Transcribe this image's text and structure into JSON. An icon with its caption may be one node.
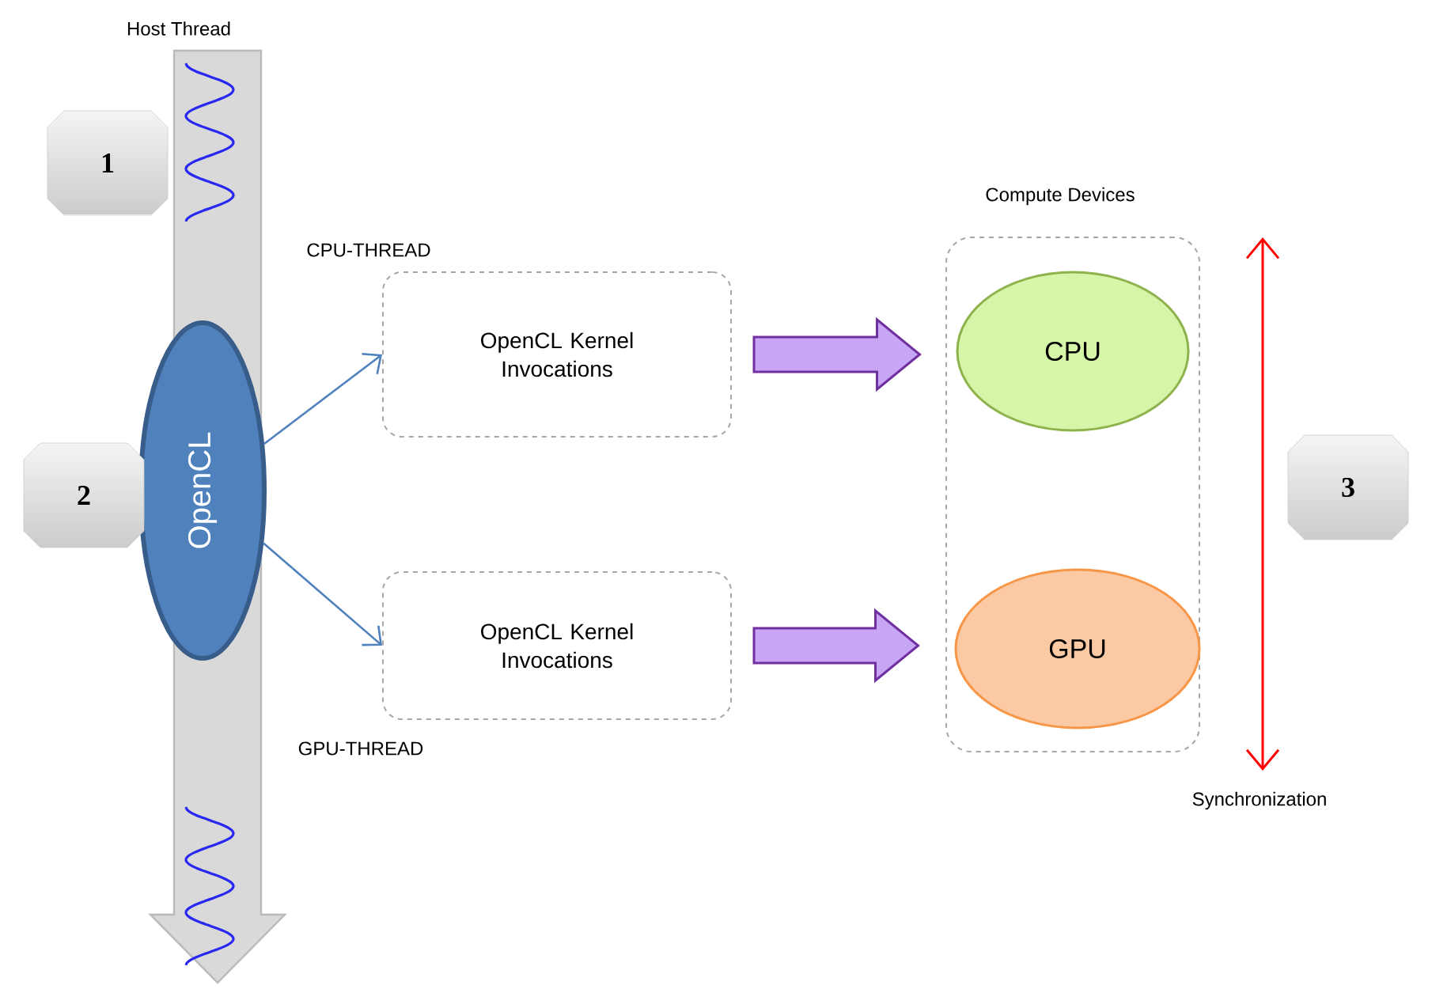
{
  "diagram": {
    "nodes": [
      {
        "text": [
          "Host Thread"
        ]
      },
      {
        "text": [
          "OpenCL"
        ]
      },
      {
        "text": [
          "1"
        ]
      },
      {
        "text": [
          "2"
        ]
      },
      {
        "text": [
          "3"
        ]
      },
      {
        "text": [
          "OpenCL Kernel Invocations"
        ],
        "beside": [
          "CPU-THREAD"
        ]
      },
      {
        "text": [
          "OpenCL Kernel Invocations"
        ],
        "beside": [
          "GPU-THREAD"
        ]
      },
      {
        "text": [
          "Compute Devices"
        ]
      },
      {
        "text": [
          "CPU"
        ],
        "in": 7
      },
      {
        "text": [
          "GPU"
        ],
        "in": 7
      }
    ],
    "edges": [
      {
        "from": 1,
        "to": 5,
        "arrow": "to"
      },
      {
        "from": 1,
        "to": 6,
        "arrow": "to"
      },
      {
        "from": 5,
        "to": 8,
        "arrow": "to",
        "style": "thick",
        "color": "#7030a0"
      },
      {
        "from": 6,
        "to": 9,
        "arrow": "to",
        "style": "thick",
        "color": "#7030a0"
      }
    ],
    "labels": [
      "Synchronization"
    ]
  }
}
